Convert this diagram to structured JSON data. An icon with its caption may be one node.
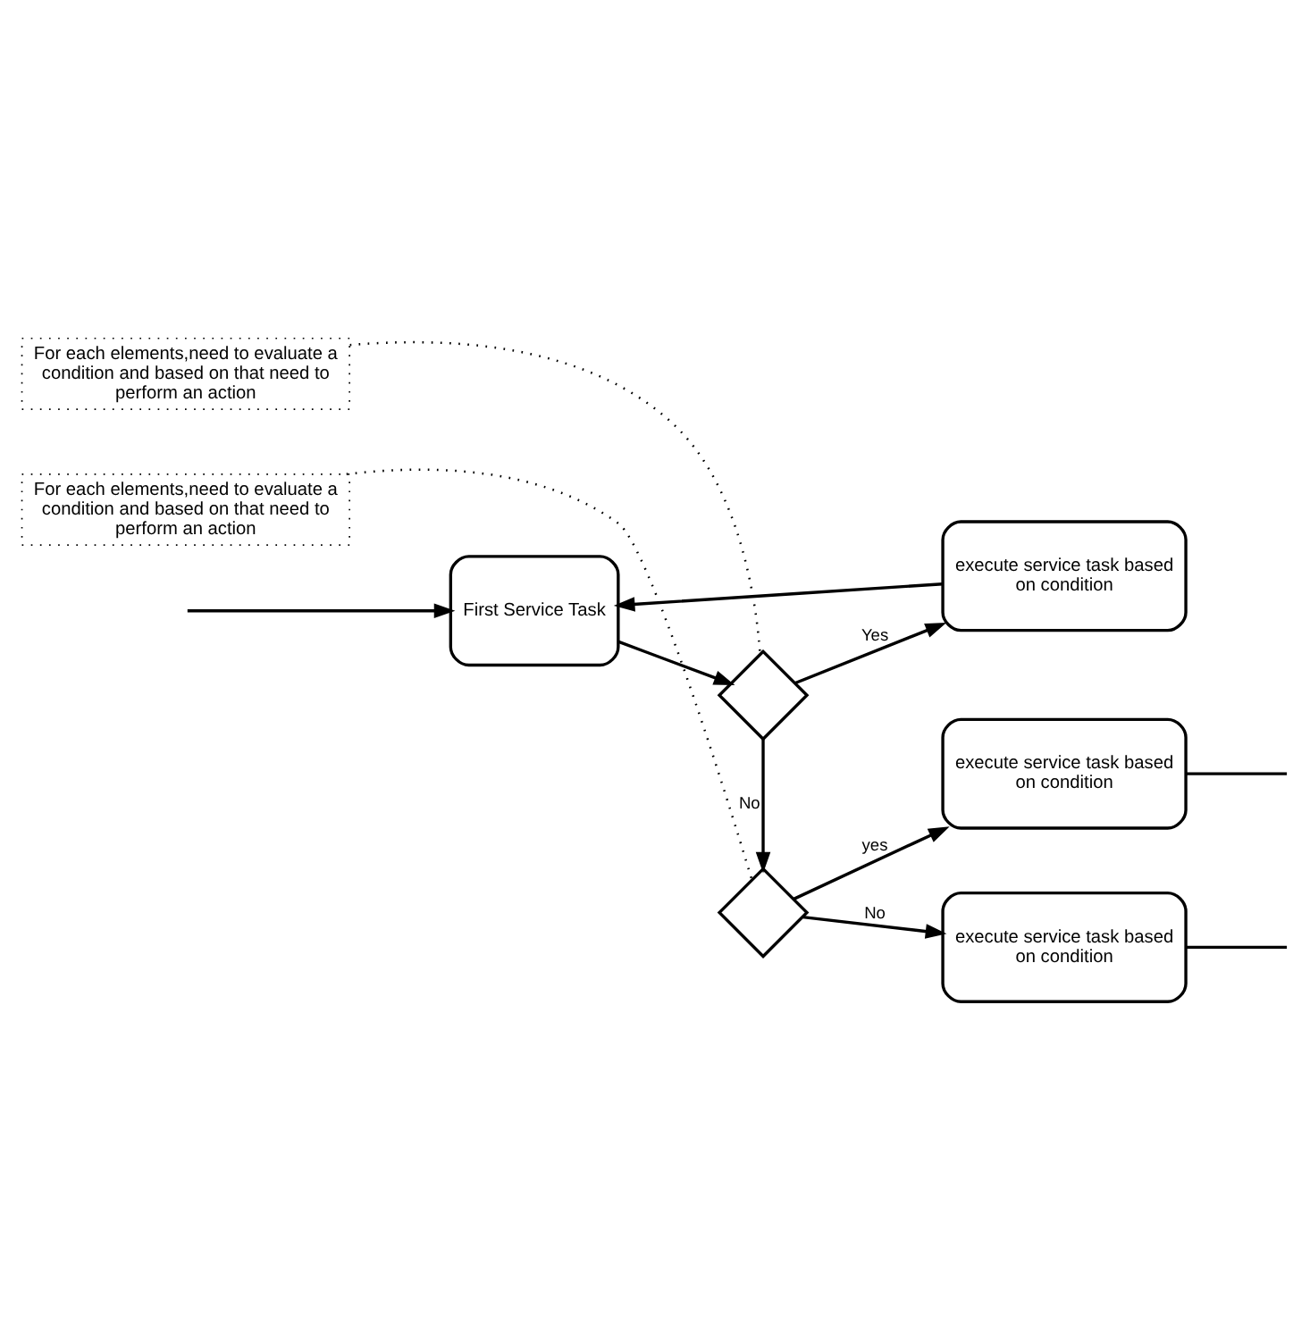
{
  "diagram": {
    "nodes": [
      {
        "text": [
          "First Service Task"
        ]
      },
      {
        "text": [
          "For each elements,need to evaluate a condition and based on that need to perform an action"
        ]
      },
      {
        "text": [],
        "shape": "diamond"
      },
      {
        "text": [
          "execute service task based on condition"
        ]
      },
      {
        "text": [
          "For each elements,need to evaluate a condition and based on that need to perform an action"
        ]
      },
      {
        "text": [],
        "shape": "diamond"
      },
      {
        "text": [
          "execute service task based on condition"
        ]
      },
      {
        "text": [
          "execute service task based on condition"
        ]
      }
    ],
    "edges": [
      {
        "from": null,
        "to": 0,
        "arrow": "to"
      },
      {
        "from": 0,
        "to": 2,
        "arrow": "to"
      },
      {
        "from": 1,
        "to": 2,
        "arrow": "none",
        "style": "dashed"
      },
      {
        "from": 2,
        "to": 3,
        "arrow": "to",
        "label": "Yes"
      },
      {
        "from": 3,
        "to": 0,
        "arrow": "to"
      },
      {
        "from": 2,
        "to": 5,
        "arrow": "to",
        "label": "No"
      },
      {
        "from": 4,
        "to": 5,
        "arrow": "none",
        "style": "dashed"
      },
      {
        "from": 5,
        "to": 6,
        "arrow": "to",
        "label": "yes"
      },
      {
        "from": 5,
        "to": 7,
        "arrow": "to",
        "label": "No"
      },
      {
        "from": 6,
        "to": null,
        "arrow": "none"
      },
      {
        "from": 7,
        "to": null,
        "arrow": "none"
      }
    ]
  }
}
